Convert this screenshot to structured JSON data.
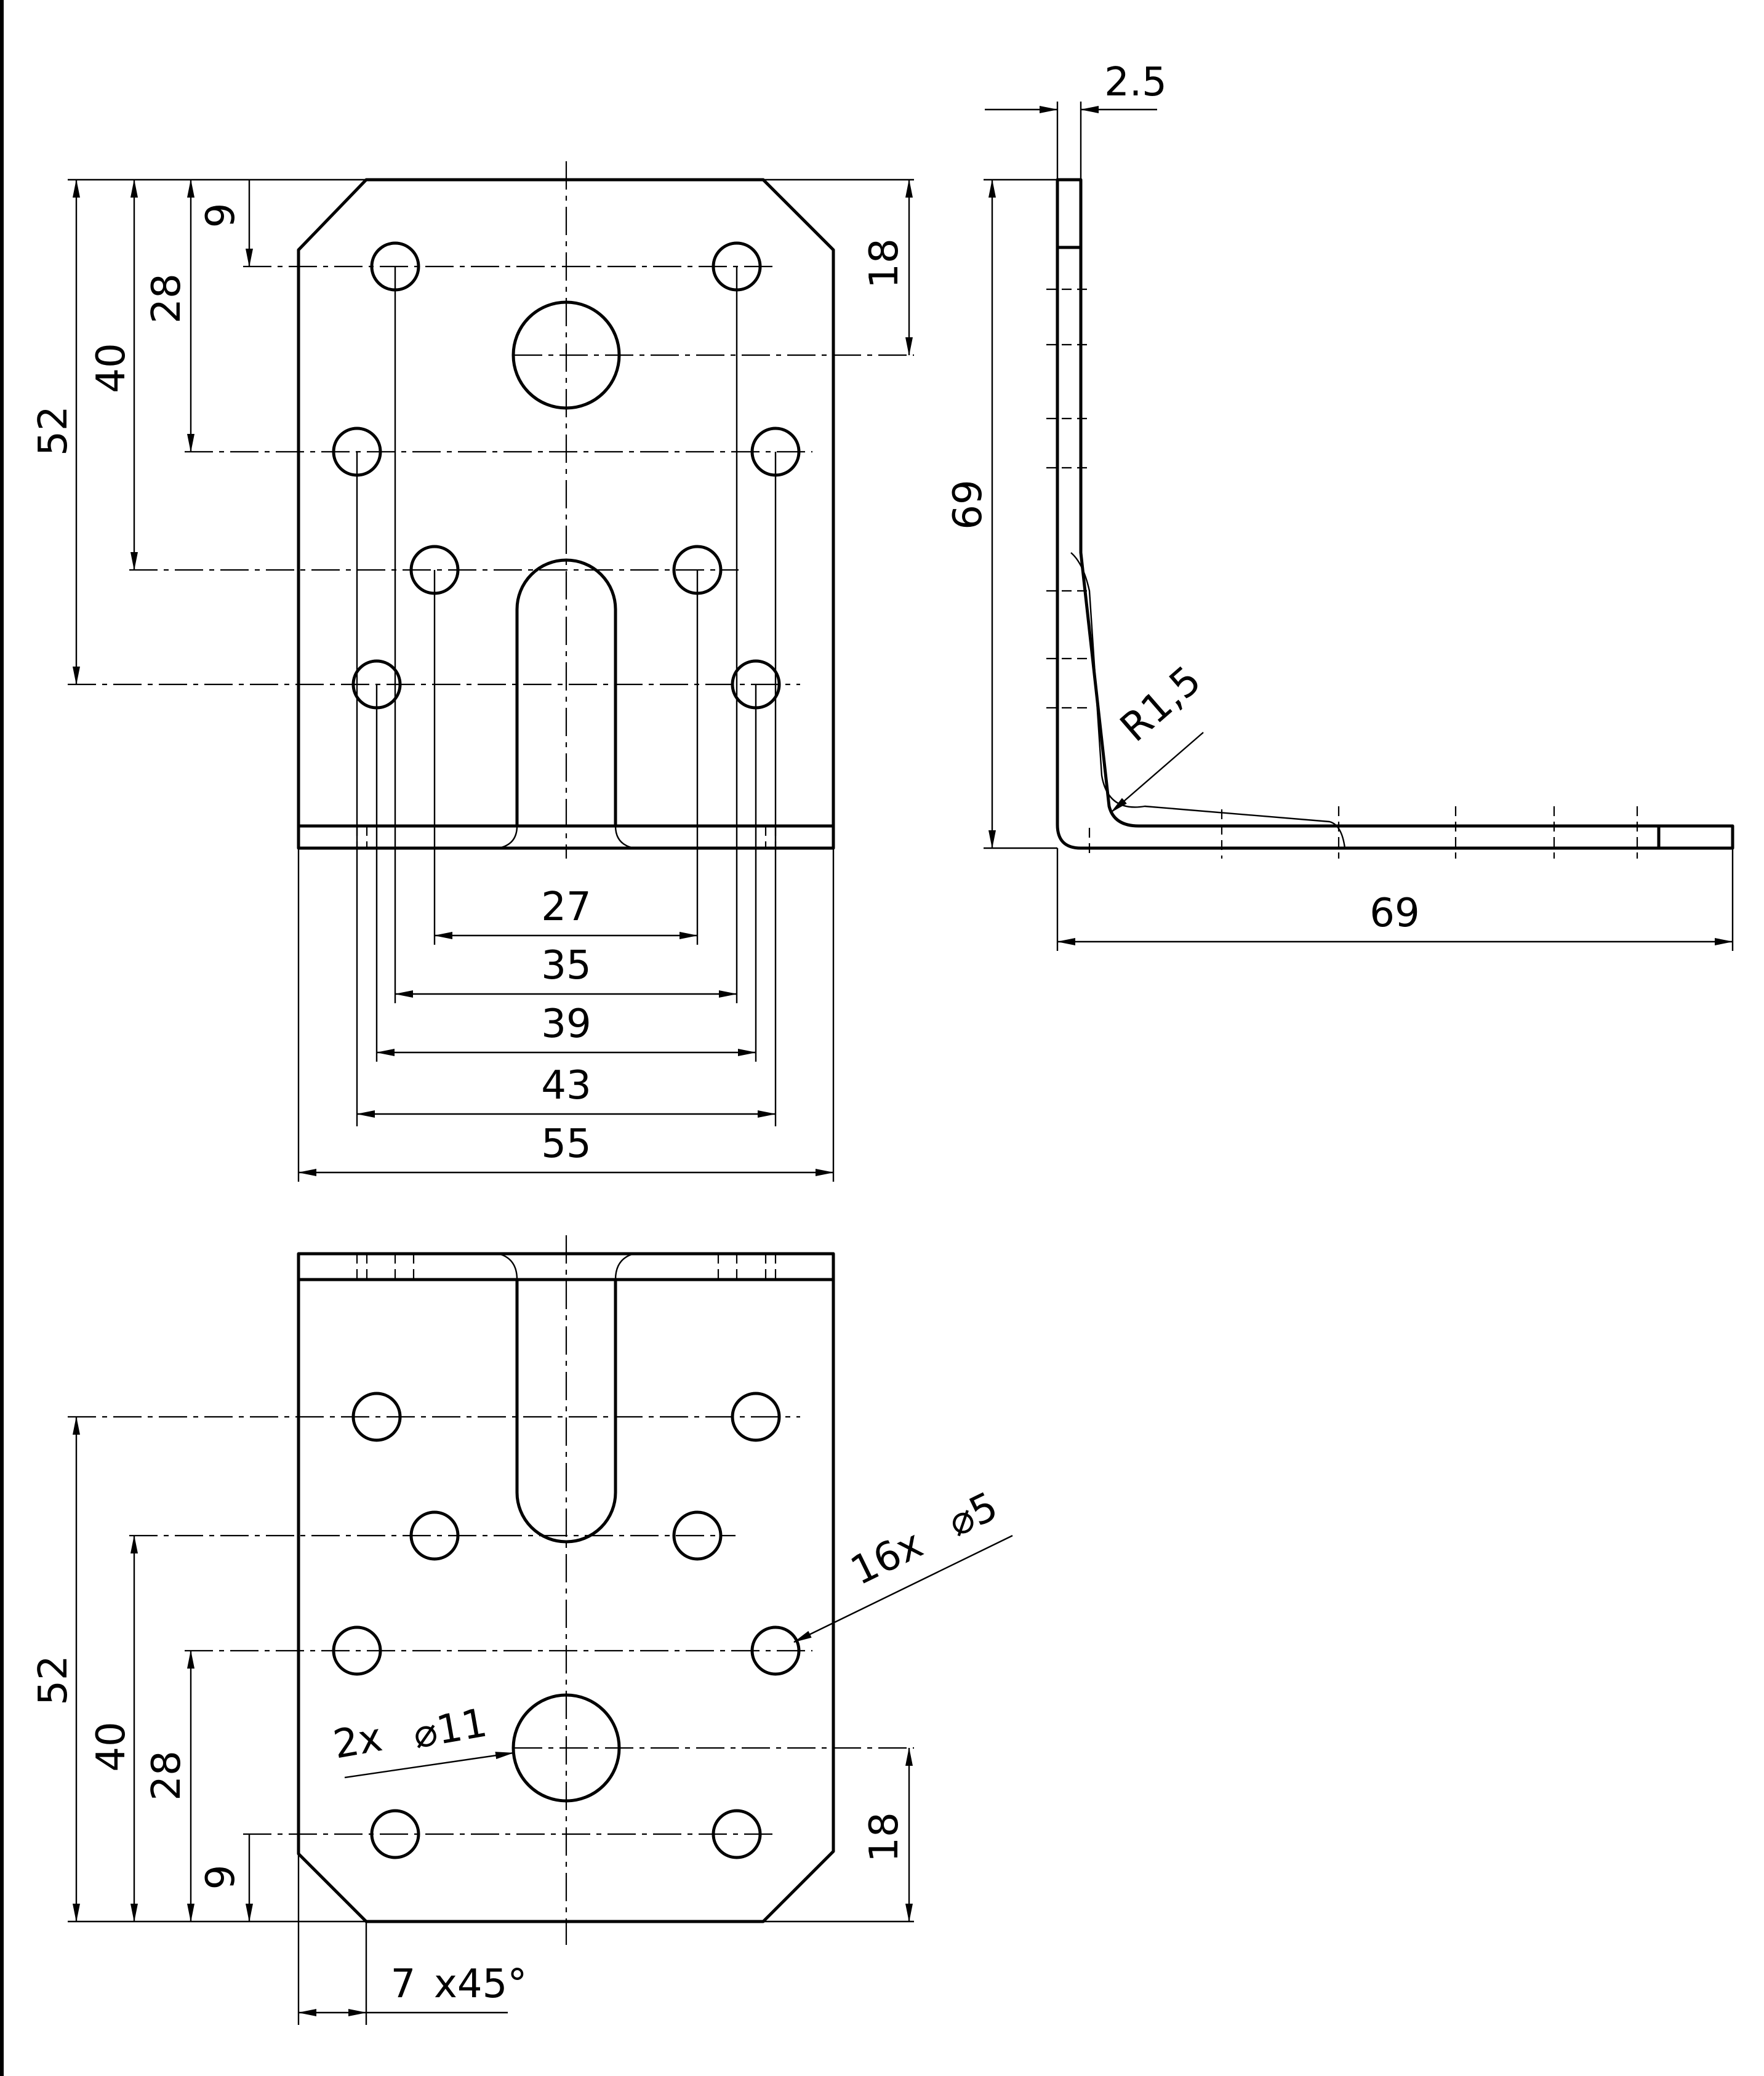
{
  "top_view": {
    "dims": {
      "d52": "52",
      "d40": "40",
      "d28": "28",
      "d9": "9",
      "d18": "18",
      "d27": "27",
      "d35": "35",
      "d39": "39",
      "d43": "43",
      "d55": "55"
    }
  },
  "side_view": {
    "dims": {
      "thickness": "2.5",
      "height": "69",
      "length": "69",
      "radius": "R1,5"
    }
  },
  "bottom_view": {
    "dims": {
      "d52": "52",
      "d40": "40",
      "d28": "28",
      "d9": "9",
      "d18": "18"
    },
    "callouts": {
      "small_holes_count": "16x",
      "small_holes_dia": "⌀5",
      "large_holes_count": "2x",
      "large_holes_dia": "⌀11",
      "chamfer_size": "7",
      "chamfer_angle": "x45°"
    }
  }
}
